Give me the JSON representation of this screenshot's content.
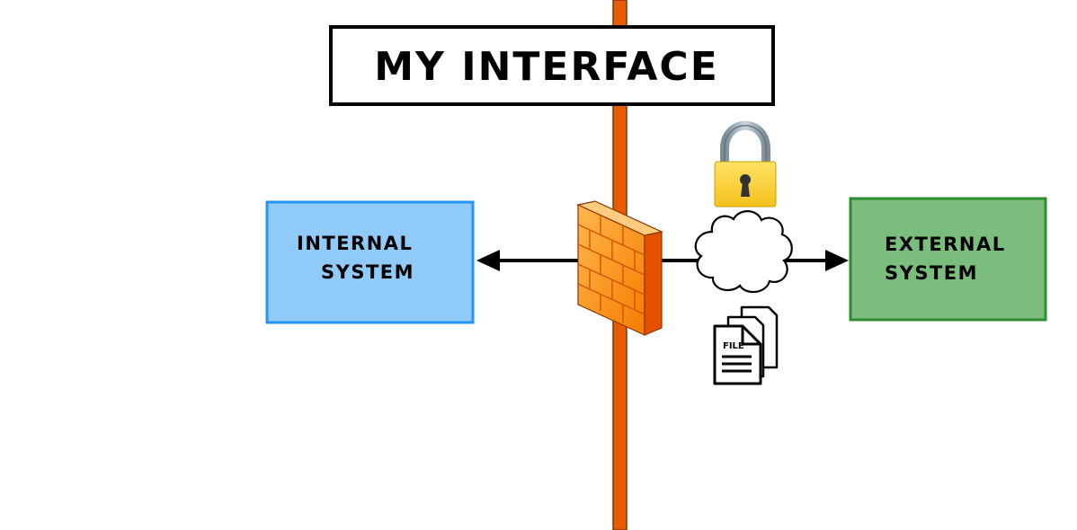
{
  "title": "MY INTERFACE",
  "internal_system": {
    "line1": "INTERNAL",
    "line2": "SYSTEM",
    "fill": "#90CAF9",
    "border": "#2196F3"
  },
  "external_system": {
    "line1": "EXTERNAL",
    "line2": "SYSTEM",
    "fill": "#7BBD7D",
    "border": "#2E8B32"
  },
  "file_label": "FILE",
  "boundary_color": "#E65C00",
  "icons": {
    "lock": "lock-icon",
    "cloud": "cloud-icon",
    "firewall": "firewall-icon",
    "files": "file-stack-icon"
  }
}
